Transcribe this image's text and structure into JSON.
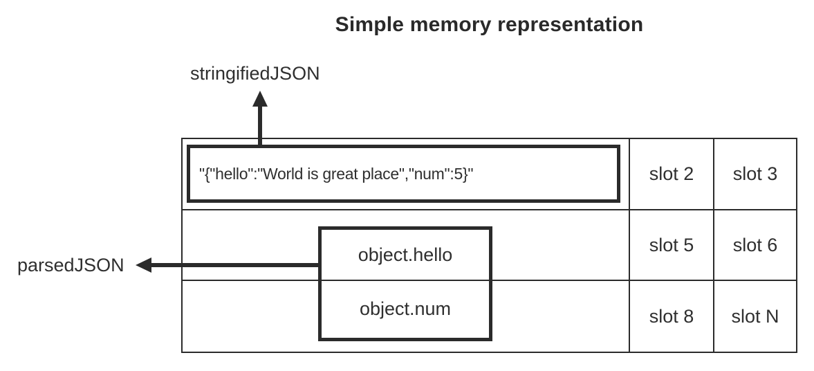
{
  "title": "Simple memory representation",
  "labels": {
    "stringified": "stringifiedJSON",
    "parsed": "parsedJSON"
  },
  "memory_table": {
    "rows": [
      {
        "content": "\"{\"hello\":\"World is great place\",\"num\":5}\"",
        "slots": [
          "slot 2",
          "slot 3"
        ]
      },
      {
        "content": "object.hello",
        "slots": [
          "slot 5",
          "slot 6"
        ]
      },
      {
        "content": "object.num",
        "slots": [
          "slot 8",
          "slot N"
        ]
      }
    ]
  },
  "colors": {
    "line": "#2b2b2b",
    "text": "#2f2f2f",
    "background": "#ffffff"
  }
}
